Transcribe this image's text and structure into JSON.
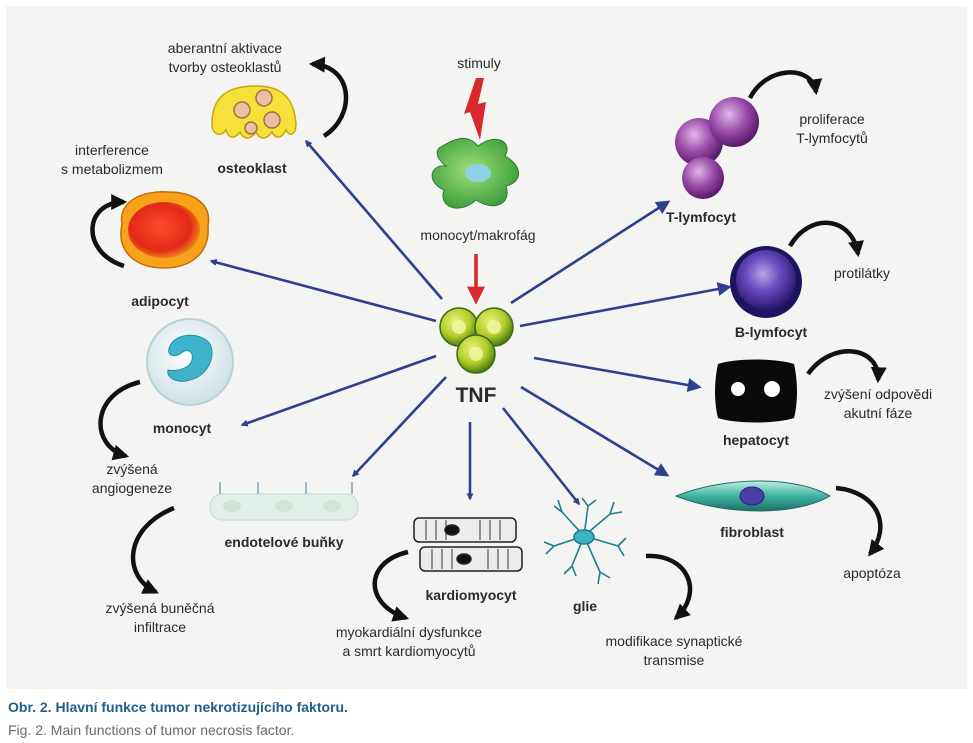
{
  "center": {
    "label": "TNF"
  },
  "source": {
    "stimulus": "stimuly",
    "cell": "monocyt/makrofág"
  },
  "targets": {
    "osteoklast": {
      "name": "osteoklast",
      "effect": [
        "aberantní aktivace",
        "tvorby osteoklastů"
      ]
    },
    "adipocyt": {
      "name": "adipocyt",
      "effect": [
        "interference",
        "s metabolizmem"
      ]
    },
    "monocyt": {
      "name": "monocyt",
      "effect": [
        "zvýšená",
        "angiogeneze"
      ]
    },
    "endotel": {
      "name": "endotelové buňky",
      "effect": [
        "zvýšená buněčná",
        "infiltrace"
      ]
    },
    "kardiomyocyt": {
      "name": "kardiomyocyt",
      "effect": [
        "myokardiální dysfunkce",
        "a smrt kardiomyocytů"
      ]
    },
    "glie": {
      "name": "glie",
      "effect": [
        "modifikace synaptické",
        "transmise"
      ]
    },
    "fibroblast": {
      "name": "fibroblast",
      "effect": [
        "apoptóza"
      ]
    },
    "hepatocyt": {
      "name": "hepatocyt",
      "effect": [
        "zvýšení odpovědi",
        "akutní fáze"
      ]
    },
    "blymfocyt": {
      "name": "B-lymfocyt",
      "effect": [
        "protilátky"
      ]
    },
    "tlymfocyt": {
      "name": "T-lymfocyt",
      "effect": [
        "proliferace",
        "T-lymfocytů"
      ]
    }
  },
  "caption": {
    "czech": "Obr. 2. Hlavní funkce tumor nekrotizujícího faktoru.",
    "english": "Fig. 2. Main functions of tumor necrosis factor."
  },
  "colors": {
    "arrow_blue": "#2e3f8f",
    "arrow_red": "#d8282b",
    "caption_blue": "#1f5f8b",
    "tnf_green": "#a8c81e"
  }
}
